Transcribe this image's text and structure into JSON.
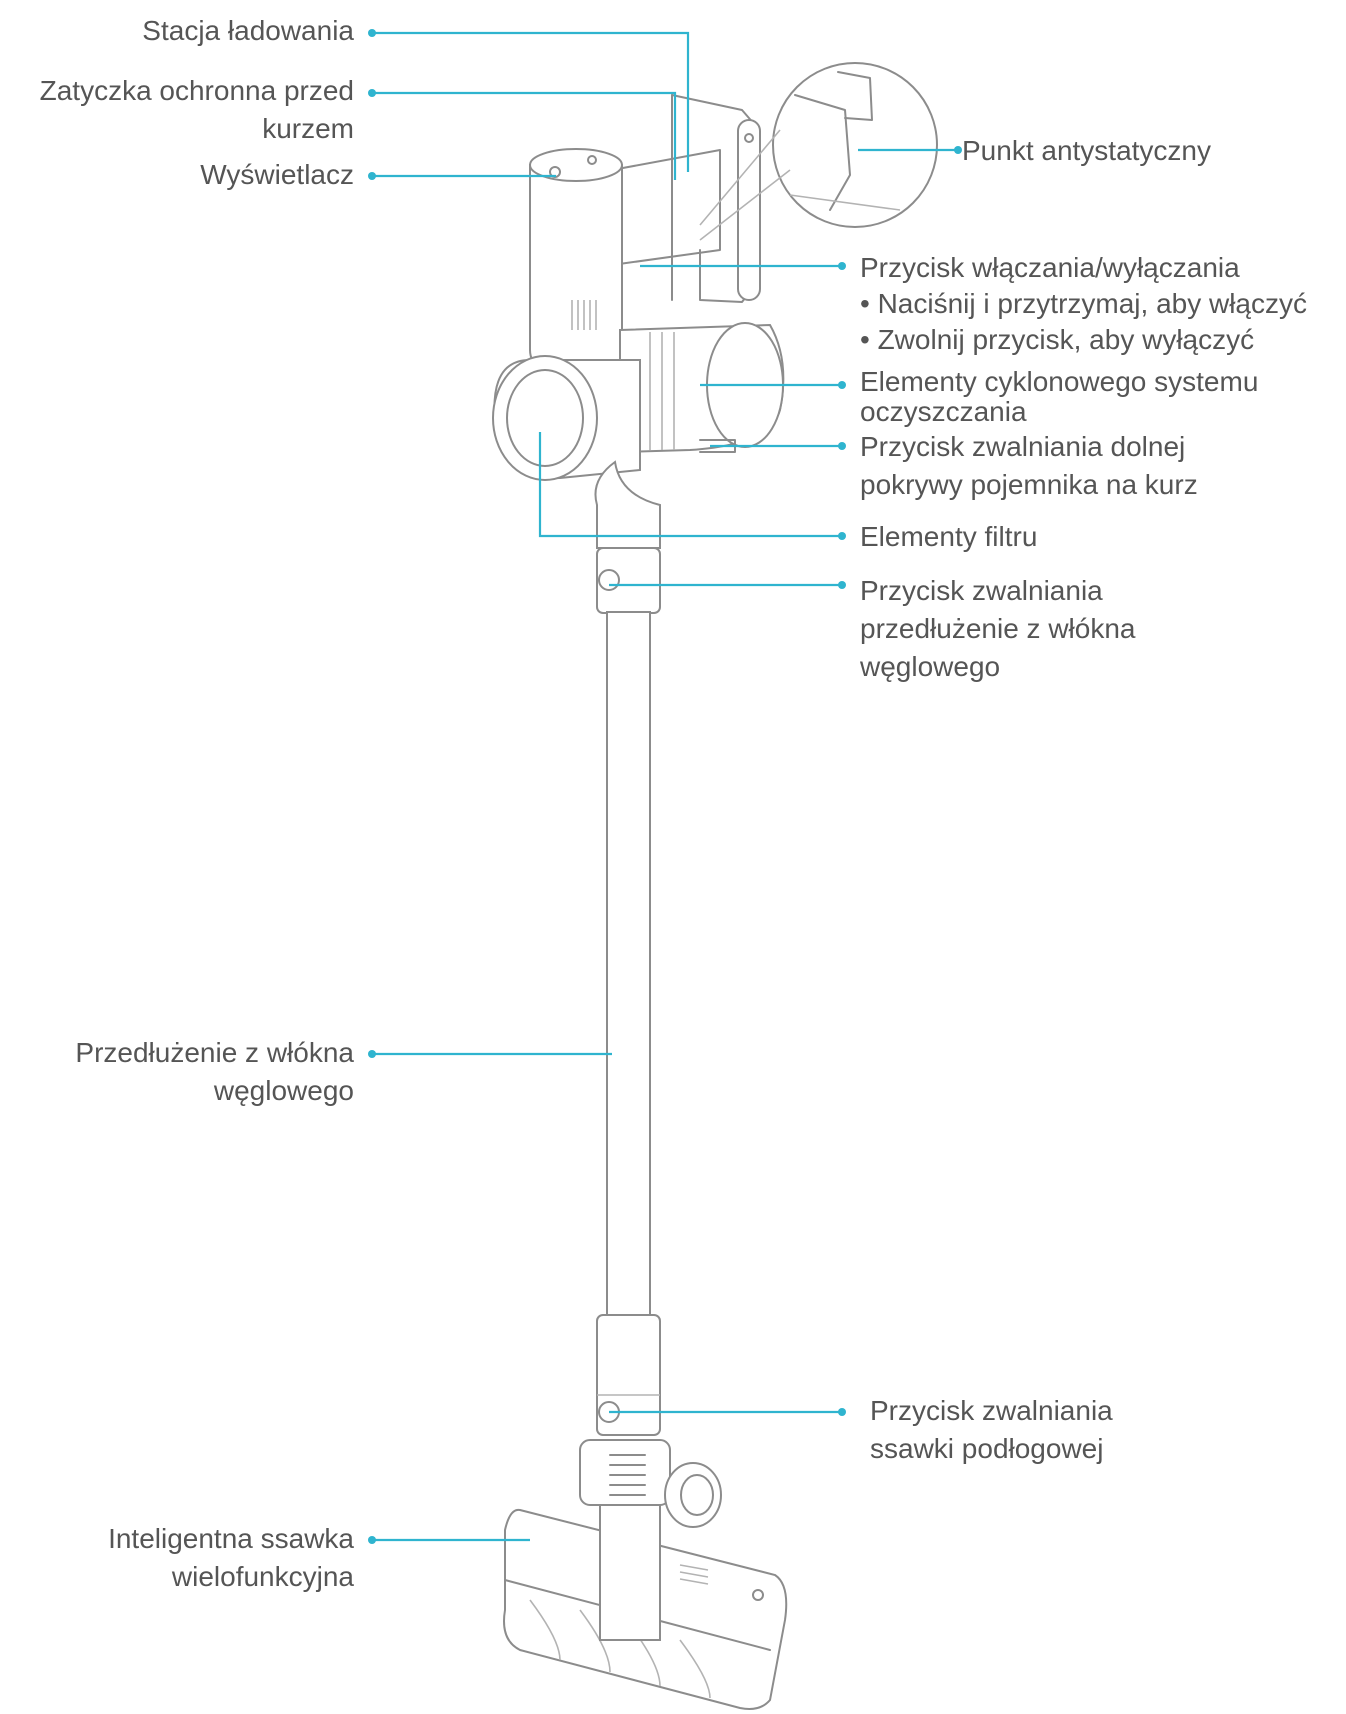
{
  "accent_color": "#2fb4cf",
  "labels": {
    "stacja": [
      "Stacja ładowania"
    ],
    "zatyczka": [
      "Zatyczka ochronna przed",
      "kurzem"
    ],
    "wyswietlacz": [
      "Wyświetlacz"
    ],
    "punkt": [
      "Punkt antystatyczny"
    ],
    "przycisk_wl": [
      "Przycisk włączania/wyłączania",
      "• Naciśnij i przytrzymaj, aby włączyć",
      "• Zwolnij przycisk, aby wyłączyć"
    ],
    "cyklon": [
      "Elementy cyklonowego systemu",
      "oczyszczania"
    ],
    "pokrywa": [
      "Przycisk zwalniania dolnej",
      "pokrywy pojemnika na kurz"
    ],
    "filtr": [
      "Elementy filtru"
    ],
    "przedluzenie_btn": [
      "Przycisk zwalniania",
      "przedłużenie z włókna",
      "węglowego"
    ],
    "przedluzenie": [
      "Przedłużenie z włókna",
      "węglowego"
    ],
    "ssawka_btn": [
      "Przycisk zwalniania",
      "ssawki podłogowej"
    ],
    "ssawka": [
      "Inteligentna ssawka",
      "wielofunkcyjna"
    ]
  }
}
